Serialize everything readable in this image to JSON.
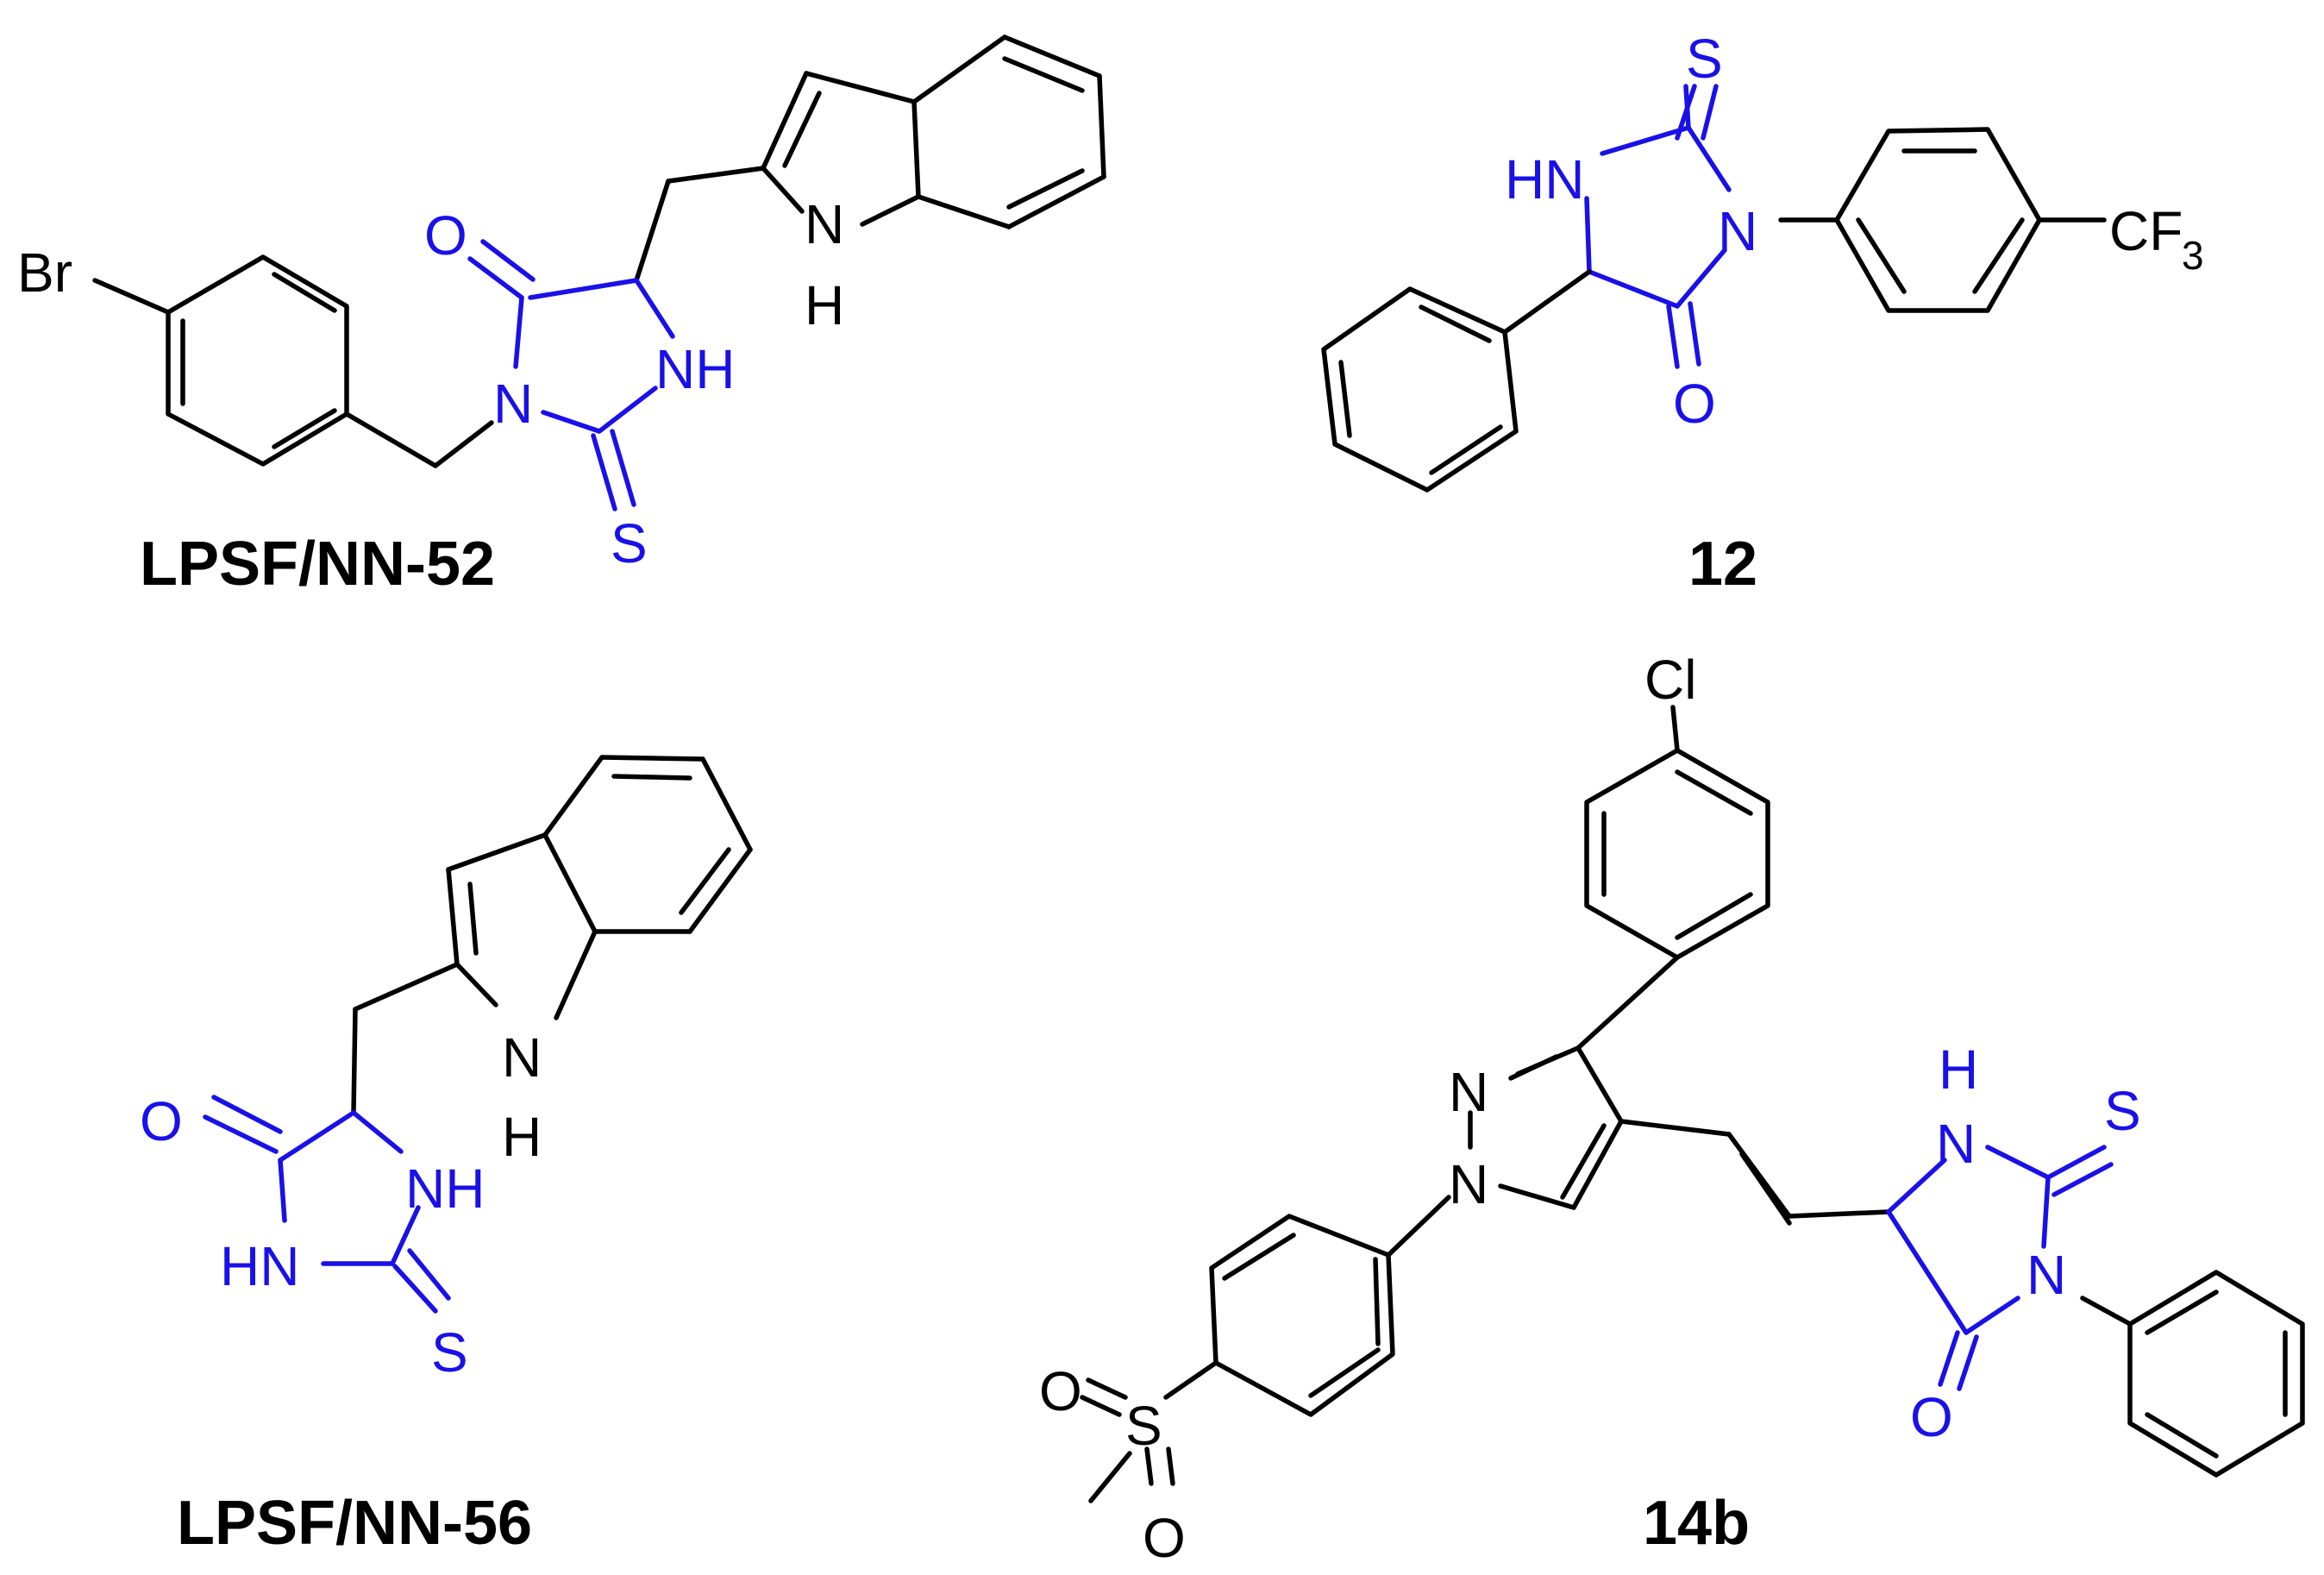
{
  "compounds": [
    {
      "label": "LPSF/NN-52",
      "atoms": {
        "br": "Br",
        "o": "O",
        "n": "N",
        "nh": "NH",
        "s": "S",
        "indole_n": "N",
        "indole_h": "H"
      }
    },
    {
      "label": "12",
      "atoms": {
        "s": "S",
        "hn": "HN",
        "n": "N",
        "o": "O",
        "cf": "CF",
        "sub3": "3"
      }
    },
    {
      "label": "LPSF/NN-56",
      "atoms": {
        "o": "O",
        "nh": "NH",
        "hn": "HN",
        "s": "S",
        "indole_n": "N",
        "indole_h": "H"
      }
    },
    {
      "label": "14b",
      "atoms": {
        "cl": "Cl",
        "n1": "N",
        "n2": "N",
        "h": "H",
        "n_ring": "N",
        "n_phenyl": "N",
        "s_thione": "S",
        "o_carbonyl": "O",
        "o1": "O",
        "s_sulfonyl": "S",
        "o2": "O"
      }
    }
  ],
  "colors": {
    "skeleton": "#000000",
    "hydantoin_core": "#1a10e8"
  }
}
